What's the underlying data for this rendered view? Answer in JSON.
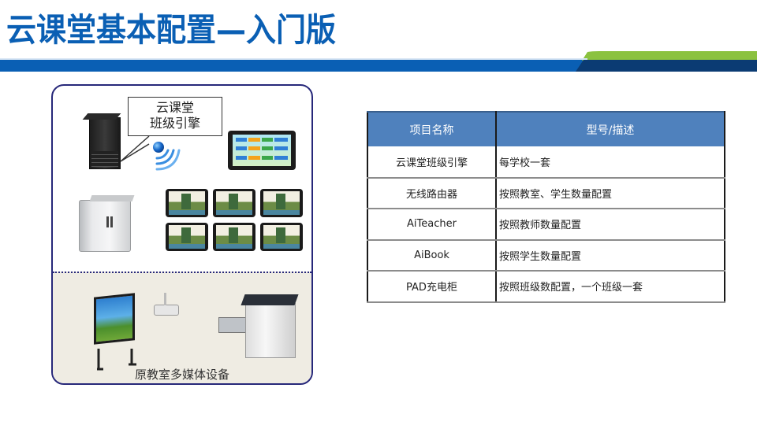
{
  "title": "云课堂基本配置—入门版",
  "colors": {
    "title": "#0a5fb4",
    "band_blue": "#0a5fb4",
    "band_navy": "#0b3b73",
    "band_green": "#8bc23f",
    "panel_border": "#27287a",
    "table_header": "#4f81bd"
  },
  "diagram": {
    "callout_line1": "云课堂",
    "callout_line2": "班级引擎",
    "devices": [
      "server-rack",
      "wifi-signal",
      "teacher-tablet",
      "charging-cabinet",
      "student-tablets",
      "interactive-whiteboard",
      "projector",
      "smart-podium"
    ],
    "lower_section_label": "原教室多媒体设备"
  },
  "table": {
    "headers": [
      "项目名称",
      "型号/描述"
    ],
    "rows": [
      {
        "name": "云课堂班级引擎",
        "desc": "每学校一套"
      },
      {
        "name": "无线路由器",
        "desc": "按照教室、学生数量配置"
      },
      {
        "name": "AiTeacher",
        "desc": "按照教师数量配置"
      },
      {
        "name": "AiBook",
        "desc": "按照学生数量配置"
      },
      {
        "name": "PAD充电柜",
        "desc": "按照班级数配置，一个班级一套"
      }
    ]
  }
}
